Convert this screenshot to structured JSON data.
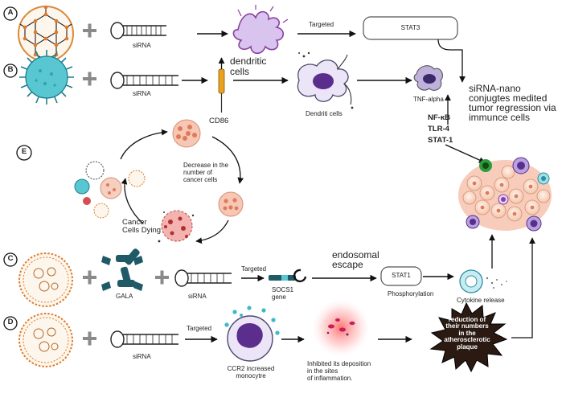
{
  "rows": {
    "a": {
      "label": "A",
      "sirna": "siRNA",
      "targeted": "Targeted",
      "target_box": "STAT3"
    },
    "b": {
      "label": "B",
      "sirna": "siRNA",
      "cd86": "CD86",
      "dendritic": "dendritic\ncells",
      "dendriti_cells": "Dendriti cells",
      "tnf": "TNF-alpha",
      "markers": [
        "NF-κB",
        "TLR-4",
        "STAT-1"
      ],
      "conclusion": "siRNA-nano\nconjugtes medited\ntumor regression via\nimmunce cells"
    },
    "e": {
      "label": "E",
      "decrease": "Decrease in the\nnumber of\ncancer cells",
      "dying": "Cancer\nCells Dying"
    },
    "c": {
      "label": "C",
      "gala": "GALA",
      "sirna": "siRNA",
      "targeted": "Targeted",
      "socs1": "SOCS1\ngene",
      "escape": "endosomal\nescape",
      "stat1": "STAT1",
      "phos": "Phosphorylation",
      "cytokine": "Cytokine release"
    },
    "d": {
      "label": "D",
      "sirna": "siRNA",
      "targeted": "Targeted",
      "ccr2": "CCR2 increased\nmonocytre",
      "inhibited": "Inhibited its deposition\nin the sites\nof inflammation.",
      "reduction": "reduction of\ntheir numbers\nin the\natherosclerotic\nplaque"
    }
  },
  "colors": {
    "accent_purple": "#8a3fa0",
    "nucleus": "#5b2d8c",
    "cyan": "#40b8c8",
    "burst": "#2a1a12",
    "orange": "#e07a28",
    "salmon": "#e59a7a"
  }
}
